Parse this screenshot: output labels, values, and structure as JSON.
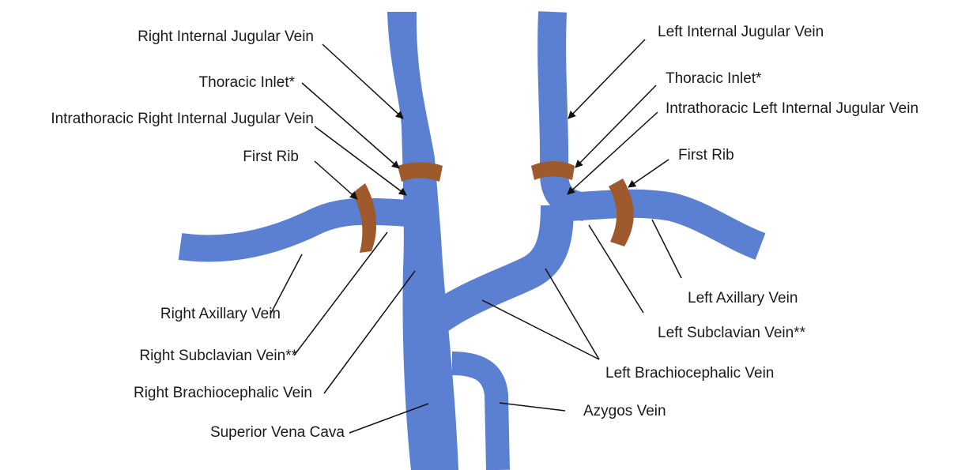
{
  "colors": {
    "vein": "#5b7fd1",
    "rib": "#9e5a2c",
    "arrow": "#111111",
    "text": "#1a1a1a"
  },
  "labels": {
    "right_internal_jugular": "Right Internal Jugular Vein",
    "left_internal_jugular": "Left Internal Jugular Vein",
    "right_thoracic_inlet": "Thoracic Inlet*",
    "left_thoracic_inlet": "Thoracic Inlet*",
    "right_intrathoracic_ij": "Intrathoracic Right Internal Jugular Vein",
    "left_intrathoracic_ij": "Intrathoracic Left Internal Jugular Vein",
    "right_first_rib": "First Rib",
    "left_first_rib": "First Rib",
    "right_axillary": "Right Axillary Vein",
    "left_axillary": "Left Axillary Vein",
    "right_subclavian": "Right Subclavian Vein**",
    "left_subclavian": "Left Subclavian Vein**",
    "right_brachiocephalic": "Right Brachiocephalic Vein",
    "left_brachiocephalic": "Left Brachiocephalic Vein",
    "svc": "Superior Vena Cava",
    "azygos": "Azygos Vein"
  }
}
